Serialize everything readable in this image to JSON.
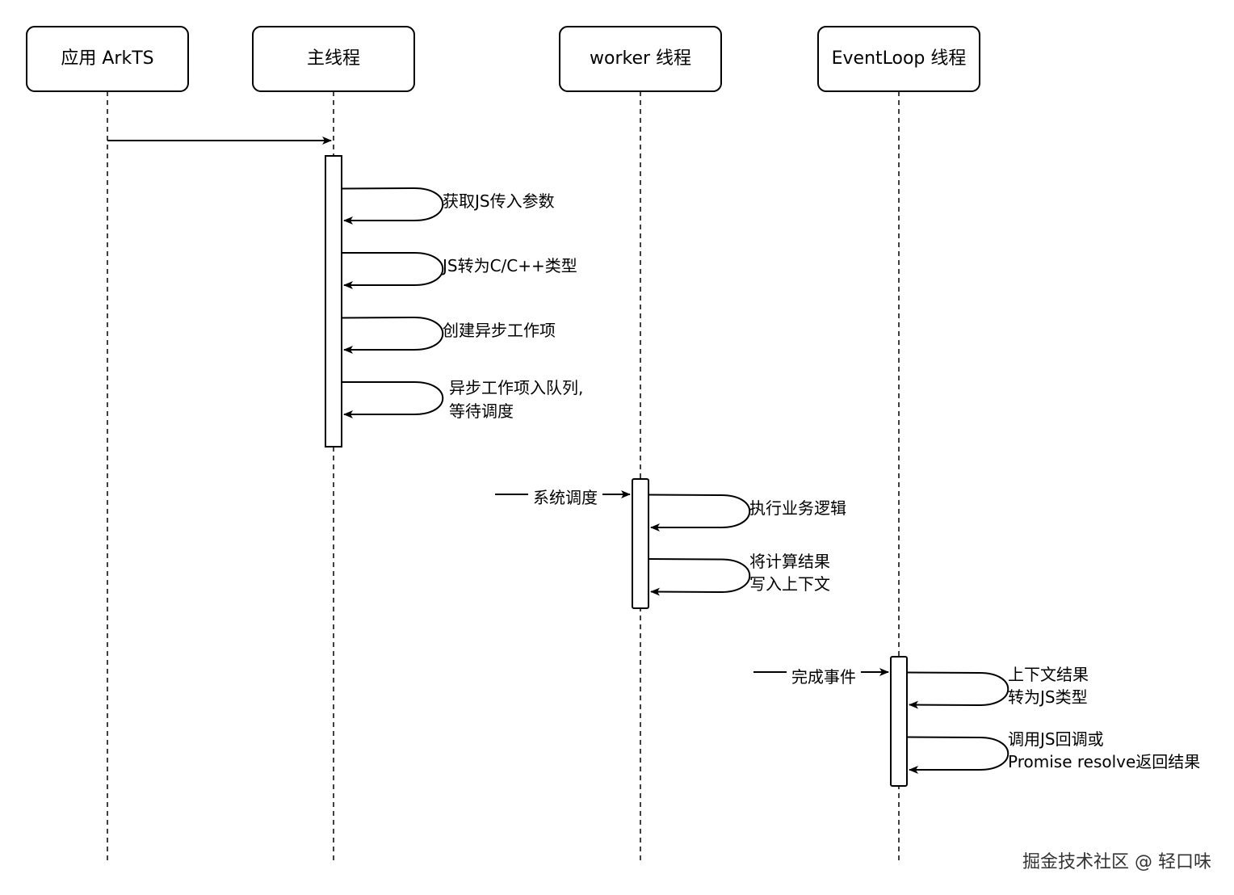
{
  "lifelines": [
    {
      "id": "app",
      "title": "应用 ArkTS"
    },
    {
      "id": "main",
      "title": "主线程"
    },
    {
      "id": "worker",
      "title": "worker 线程"
    },
    {
      "id": "eventloop",
      "title": "EventLoop 线程"
    }
  ],
  "self_messages": [
    {
      "lifeline": "main",
      "lines": [
        "获取JS传入参数"
      ]
    },
    {
      "lifeline": "main",
      "lines": [
        "JS转为C/C++类型"
      ]
    },
    {
      "lifeline": "main",
      "lines": [
        "创建异步工作项"
      ]
    },
    {
      "lifeline": "main",
      "lines": [
        "异步工作项入队列,",
        "等待调度"
      ]
    },
    {
      "lifeline": "worker",
      "lines": [
        "执行业务逻辑"
      ]
    },
    {
      "lifeline": "worker",
      "lines": [
        "将计算结果",
        "写入上下文"
      ]
    },
    {
      "lifeline": "eventloop",
      "lines": [
        "上下文结果",
        "转为JS类型"
      ]
    },
    {
      "lifeline": "eventloop",
      "lines": [
        "调用JS回调或",
        "Promise resolve返回结果"
      ]
    }
  ],
  "incoming_messages": [
    {
      "target": "worker",
      "label": "系统调度"
    },
    {
      "target": "eventloop",
      "label": "完成事件"
    }
  ],
  "watermark": "掘金技术社区 @ 轻口味"
}
